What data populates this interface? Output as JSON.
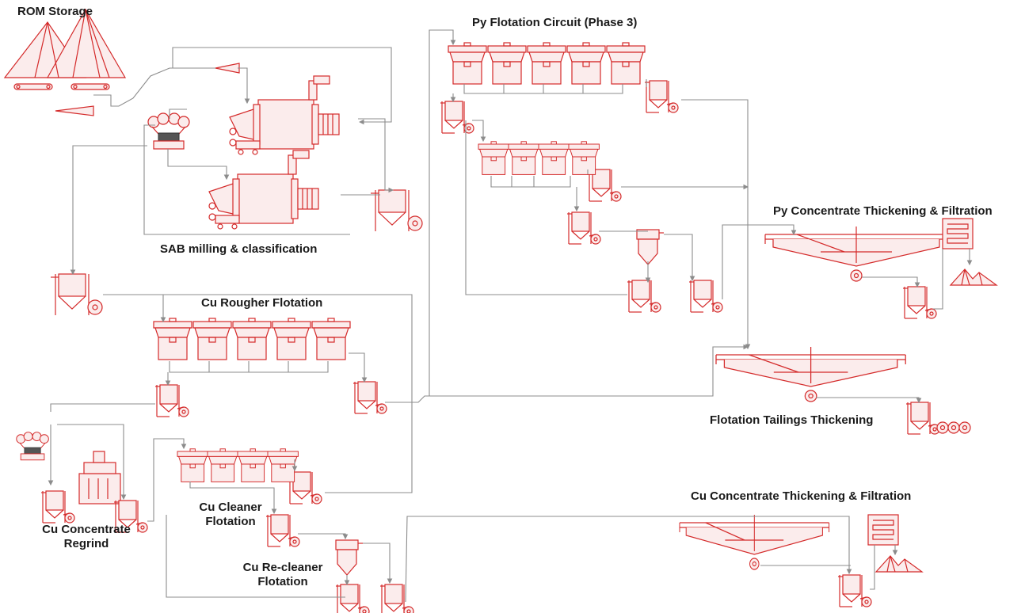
{
  "labels": {
    "rom_storage": "ROM Storage",
    "py_flotation": "Py Flotation Circuit (Phase 3)",
    "sab_milling": "SAB milling & classification",
    "py_thickening": "Py Concentrate Thickening & Filtration",
    "cu_rougher": "Cu Rougher Flotation",
    "flotation_tailings": "Flotation Tailings Thickening",
    "cu_cleaner_l1": "Cu Cleaner",
    "cu_cleaner_l2": "Flotation",
    "cu_regrind_l1": "Cu Concentrate",
    "cu_regrind_l2": "Regrind",
    "cu_thickening": "Cu Concentrate Thickening & Filtration",
    "cu_recleaner_l1": "Cu Re-cleaner",
    "cu_recleaner_l2": "Flotation"
  },
  "colors": {
    "equipment_stroke": "#d42a2a",
    "equipment_fill": "#fbecec",
    "pipe": "#8c8c8c",
    "text": "#1a1a1a"
  }
}
